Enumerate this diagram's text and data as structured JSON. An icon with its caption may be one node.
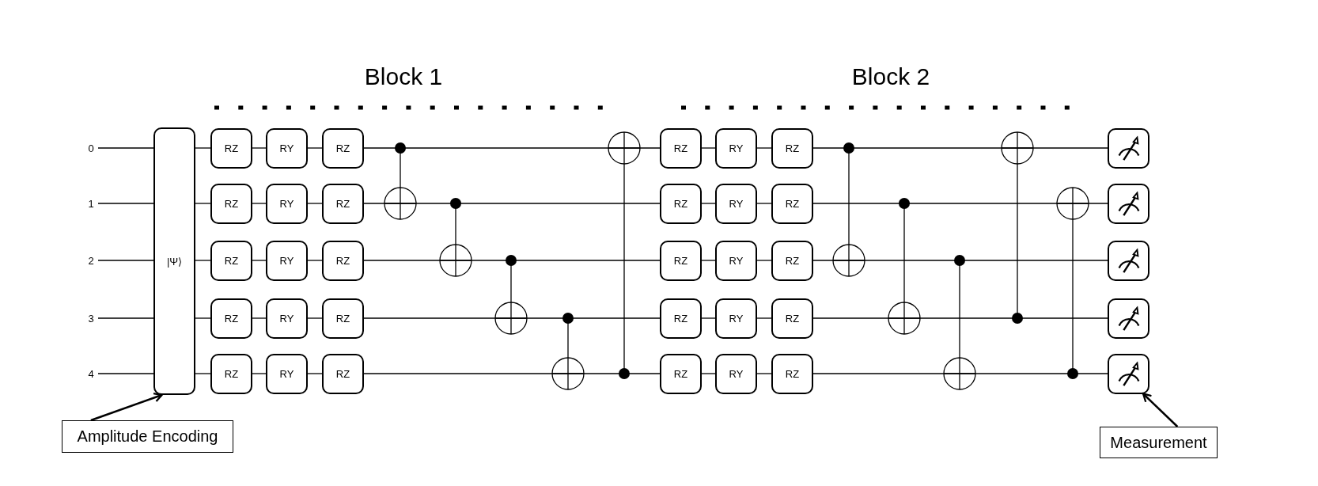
{
  "diagram": {
    "nodes": [
      {
        "text": [
          "0"
        ]
      },
      {
        "text": [
          "1"
        ]
      },
      {
        "text": [
          "2"
        ]
      },
      {
        "text": [
          "3"
        ]
      },
      {
        "text": [
          "4"
        ]
      },
      {
        "text": [
          "|Ψ⟩"
        ]
      },
      {
        "text": [
          "RZ"
        ]
      },
      {
        "text": [
          "RY"
        ]
      },
      {
        "text": [
          "RZ"
        ]
      },
      {
        "text": [
          "RZ"
        ]
      },
      {
        "text": [
          "RY"
        ]
      },
      {
        "text": [
          "RZ"
        ]
      },
      {
        "text": [],
        "shape": "picture"
      },
      {
        "text": [
          "RZ"
        ]
      },
      {
        "text": [
          "RY"
        ]
      },
      {
        "text": [
          "RZ"
        ]
      },
      {
        "text": [
          "RZ"
        ]
      },
      {
        "text": [
          "RY"
        ]
      },
      {
        "text": [
          "RZ"
        ]
      },
      {
        "text": [],
        "shape": "picture"
      },
      {
        "text": [
          "RZ"
        ]
      },
      {
        "text": [
          "RY"
        ]
      },
      {
        "text": [
          "RZ"
        ]
      },
      {
        "text": [
          "RZ"
        ]
      },
      {
        "text": [
          "RY"
        ]
      },
      {
        "text": [
          "RZ"
        ]
      },
      {
        "text": [],
        "shape": "picture"
      },
      {
        "text": [
          "RZ"
        ]
      },
      {
        "text": [
          "RY"
        ]
      },
      {
        "text": [
          "RZ"
        ]
      },
      {
        "text": [
          "RZ"
        ]
      },
      {
        "text": [
          "RY"
        ]
      },
      {
        "text": [
          "RZ"
        ]
      },
      {
        "text": [],
        "shape": "picture"
      },
      {
        "text": [
          "RZ"
        ]
      },
      {
        "text": [
          "RY"
        ]
      },
      {
        "text": [
          "RZ"
        ]
      },
      {
        "text": [
          "RZ"
        ]
      },
      {
        "text": [
          "RY"
        ]
      },
      {
        "text": [
          "RZ"
        ]
      },
      {
        "text": [],
        "shape": "picture"
      },
      {
        "text": [
          "Amplitude Encoding"
        ]
      },
      {
        "text": [
          "Measurement"
        ]
      }
    ],
    "edges": [
      {
        "from": 0,
        "to": 5,
        "arrow": "none"
      },
      {
        "from": 5,
        "to": 6,
        "arrow": "none"
      },
      {
        "from": 6,
        "to": 7,
        "arrow": "none"
      },
      {
        "from": 7,
        "to": 8,
        "arrow": "none"
      },
      {
        "from": 8,
        "to": 9,
        "arrow": "none"
      },
      {
        "from": 9,
        "to": 10,
        "arrow": "none"
      },
      {
        "from": 10,
        "to": 11,
        "arrow": "none"
      },
      {
        "from": 11,
        "to": 12,
        "arrow": "none"
      },
      {
        "from": 1,
        "to": 5,
        "arrow": "none"
      },
      {
        "from": 5,
        "to": 13,
        "arrow": "none"
      },
      {
        "from": 13,
        "to": 14,
        "arrow": "none"
      },
      {
        "from": 14,
        "to": 15,
        "arrow": "none"
      },
      {
        "from": 15,
        "to": 16,
        "arrow": "none"
      },
      {
        "from": 16,
        "to": 17,
        "arrow": "none"
      },
      {
        "from": 17,
        "to": 18,
        "arrow": "none"
      },
      {
        "from": 18,
        "to": 19,
        "arrow": "none"
      },
      {
        "from": 2,
        "to": 5,
        "arrow": "none"
      },
      {
        "from": 5,
        "to": 20,
        "arrow": "none"
      },
      {
        "from": 20,
        "to": 21,
        "arrow": "none"
      },
      {
        "from": 21,
        "to": 22,
        "arrow": "none"
      },
      {
        "from": 22,
        "to": 23,
        "arrow": "none"
      },
      {
        "from": 23,
        "to": 24,
        "arrow": "none"
      },
      {
        "from": 24,
        "to": 25,
        "arrow": "none"
      },
      {
        "from": 25,
        "to": 26,
        "arrow": "none"
      },
      {
        "from": 3,
        "to": 5,
        "arrow": "none"
      },
      {
        "from": 5,
        "to": 27,
        "arrow": "none"
      },
      {
        "from": 27,
        "to": 28,
        "arrow": "none"
      },
      {
        "from": 28,
        "to": 29,
        "arrow": "none"
      },
      {
        "from": 29,
        "to": 30,
        "arrow": "none"
      },
      {
        "from": 30,
        "to": 31,
        "arrow": "none"
      },
      {
        "from": 31,
        "to": 32,
        "arrow": "none"
      },
      {
        "from": 32,
        "to": 33,
        "arrow": "none"
      },
      {
        "from": 4,
        "to": 5,
        "arrow": "none"
      },
      {
        "from": 5,
        "to": 34,
        "arrow": "none"
      },
      {
        "from": 34,
        "to": 35,
        "arrow": "none"
      },
      {
        "from": 35,
        "to": 36,
        "arrow": "none"
      },
      {
        "from": 36,
        "to": 37,
        "arrow": "none"
      },
      {
        "from": 37,
        "to": 38,
        "arrow": "none"
      },
      {
        "from": 38,
        "to": 39,
        "arrow": "none"
      },
      {
        "from": 39,
        "to": 40,
        "arrow": "none"
      },
      {
        "from": 41,
        "to": 5,
        "arrow": "to"
      },
      {
        "from": 42,
        "to": 40,
        "arrow": "to"
      }
    ],
    "labels": [
      "Block 1",
      "Block 2"
    ]
  }
}
